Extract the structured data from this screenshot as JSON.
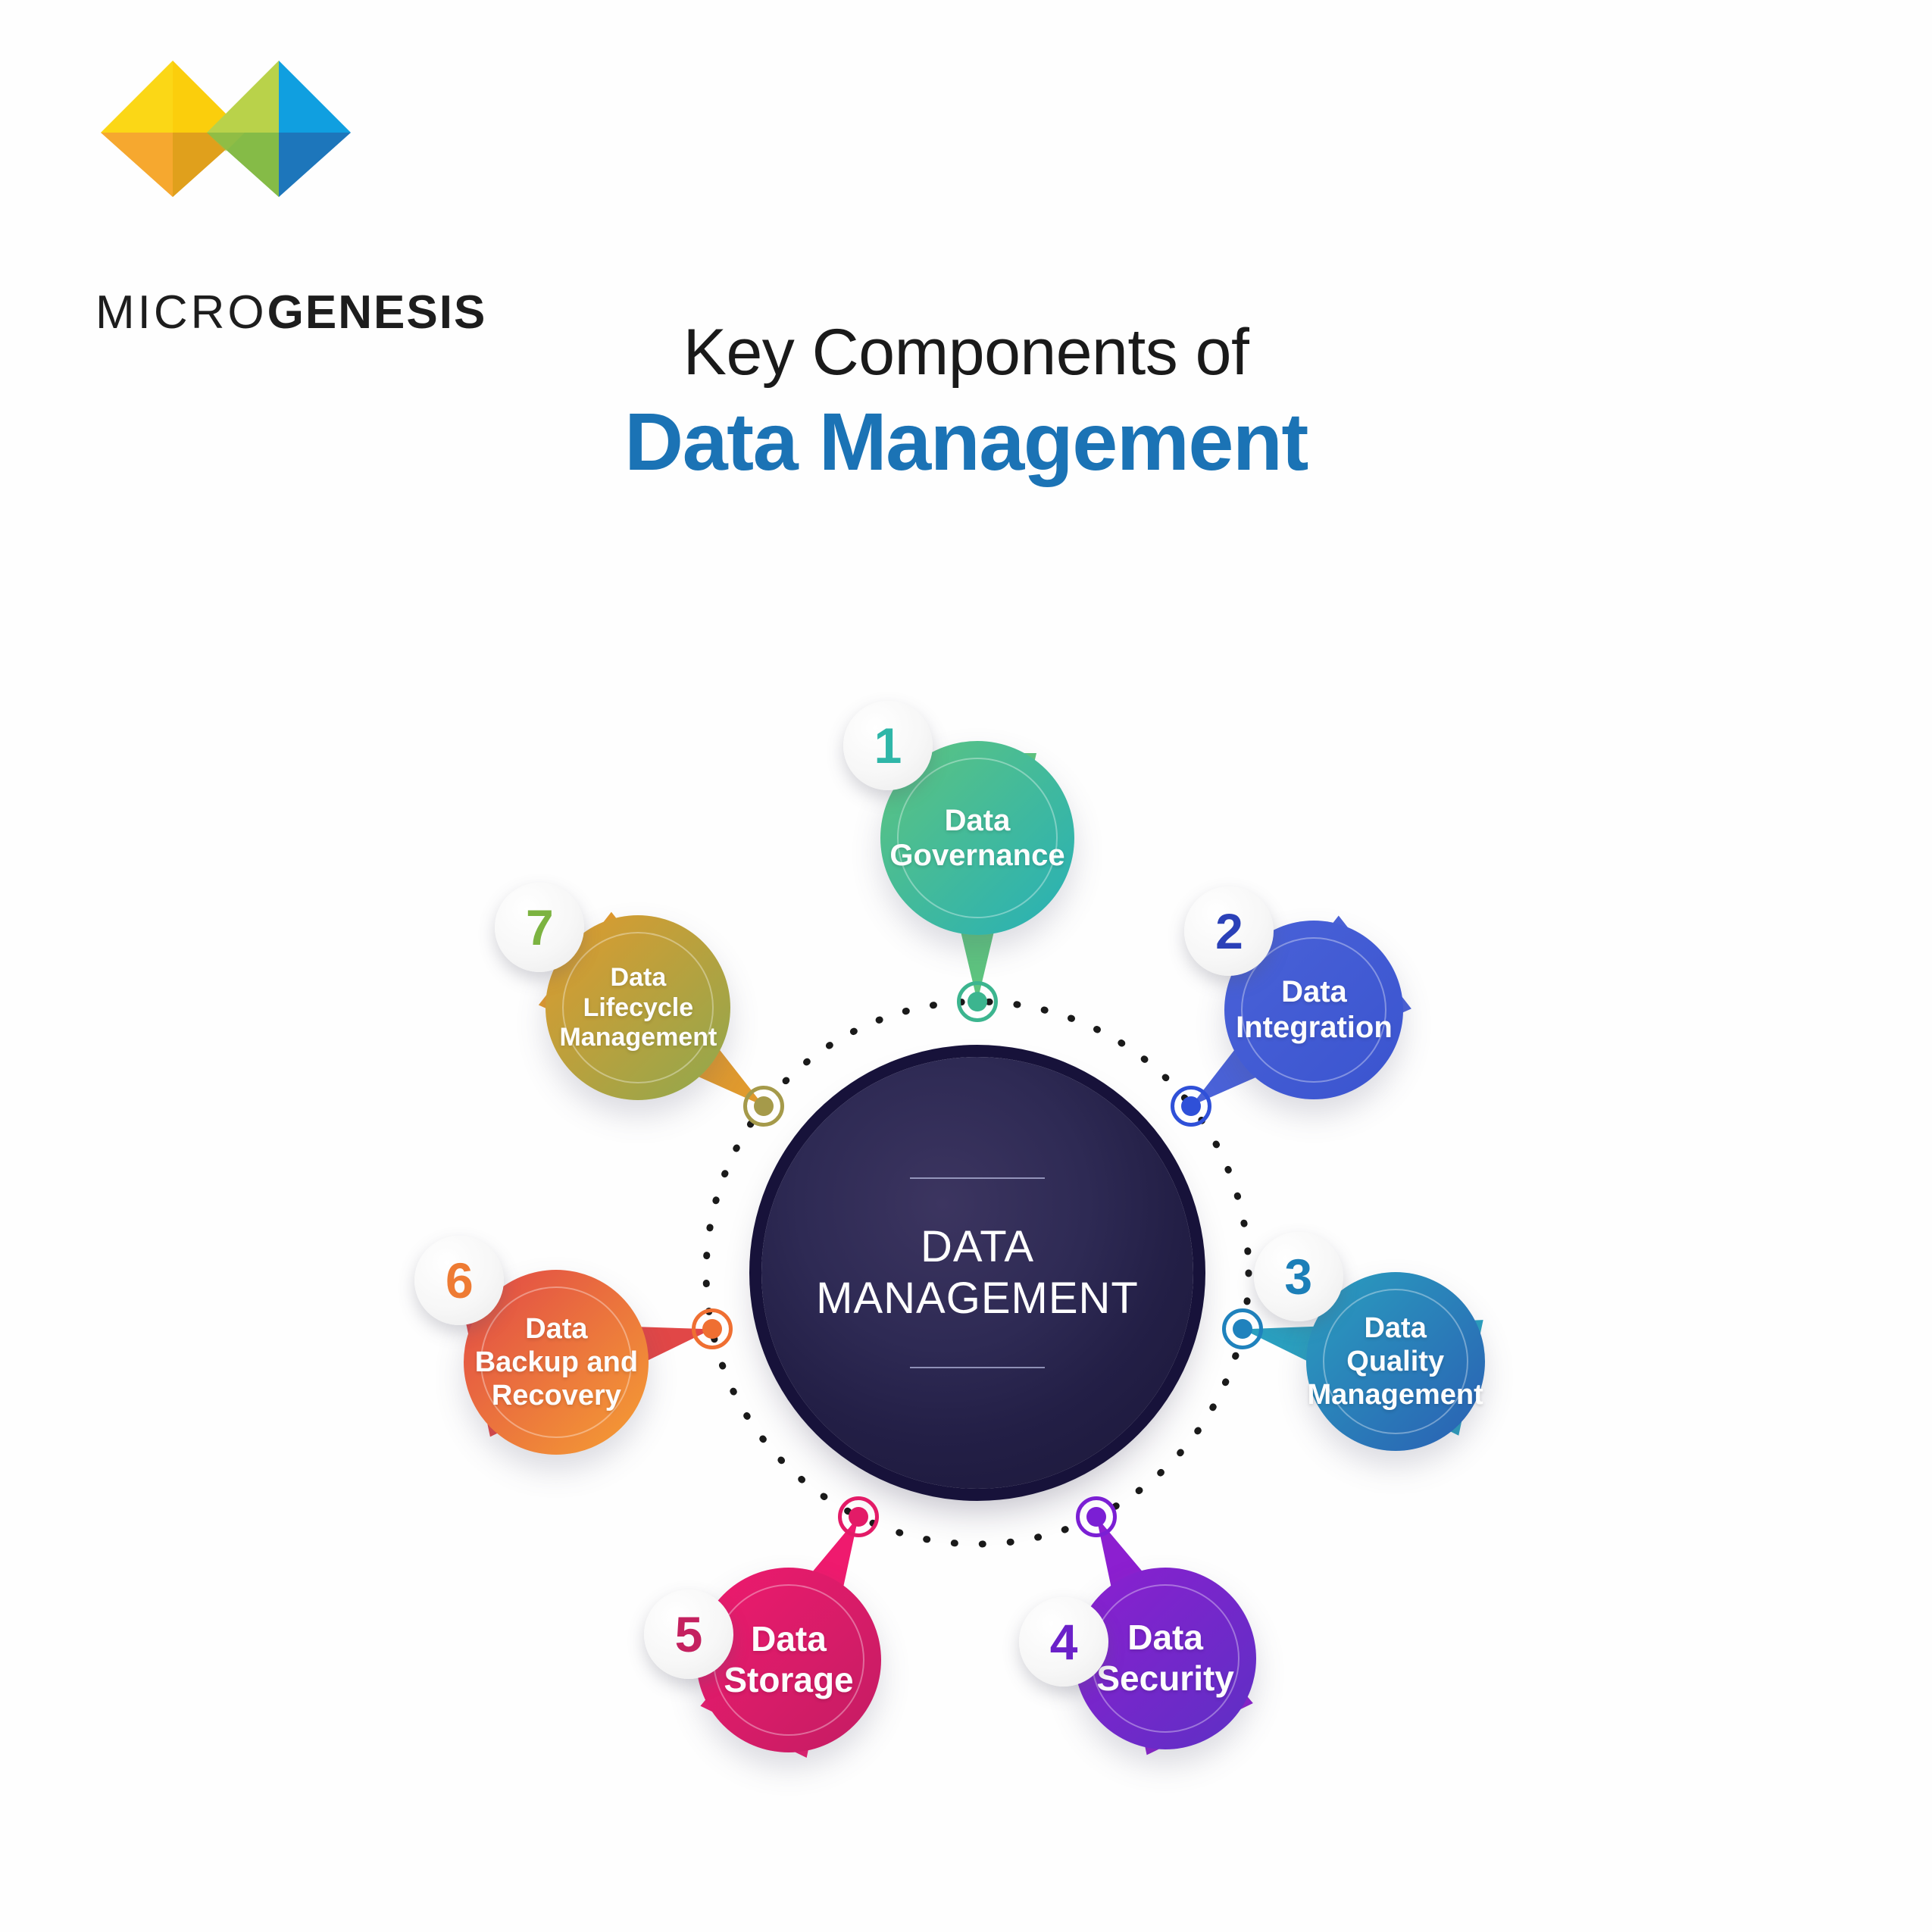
{
  "brand": {
    "name_part1": "MICRO",
    "name_part2": "GENESIS",
    "logo_icon": "microgenesis-diamond-logo"
  },
  "header": {
    "title_line1": "Key Components of",
    "title_line2": "Data Management",
    "accent_color": "#1b73b5"
  },
  "diagram": {
    "type": "radial-hub-and-spoke",
    "center": {
      "label_line1": "DATA",
      "label_line2": "MANAGEMENT",
      "fill_color": "#231f46"
    },
    "ring": {
      "style": "dotted",
      "color": "#1a1a1a"
    },
    "nodes": [
      {
        "number": "1",
        "label_line1": "Data",
        "label_line2": "Governance",
        "label_line3": "",
        "color_from": "#5ec47f",
        "color_to": "#27b0b7",
        "badge_color": "#2fb6a8",
        "dot_color": "#3cb58f",
        "angle_deg": -90
      },
      {
        "number": "2",
        "label_line1": "Data",
        "label_line2": "Integration",
        "label_line3": "",
        "color_from": "#4a62d8",
        "color_to": "#3a54cf",
        "badge_color": "#2b41b8",
        "dot_color": "#2f50d8",
        "angle_deg": -38
      },
      {
        "number": "3",
        "label_line1": "Data",
        "label_line2": "Quality",
        "label_line3": "Management",
        "color_from": "#2a9fbf",
        "color_to": "#2a5fb3",
        "badge_color": "#1c7fb8",
        "dot_color": "#1f82bd",
        "angle_deg": 12
      },
      {
        "number": "4",
        "label_line1": "Data",
        "label_line2": "Security",
        "label_line3": "",
        "color_from": "#8c1fd0",
        "color_to": "#5c30c4",
        "badge_color": "#6b21c9",
        "dot_color": "#7b1fd4",
        "angle_deg": 64
      },
      {
        "number": "5",
        "label_line1": "Data",
        "label_line2": "Storage",
        "label_line3": "",
        "color_from": "#ef1a6e",
        "color_to": "#c31d63",
        "badge_color": "#c4215f",
        "dot_color": "#e31b67",
        "angle_deg": 116
      },
      {
        "number": "6",
        "label_line1": "Data",
        "label_line2": "Backup and",
        "label_line3": "Recovery",
        "color_from": "#e14747",
        "color_to": "#f5a033",
        "badge_color": "#ee7b33",
        "dot_color": "#ef6f32",
        "angle_deg": 168
      },
      {
        "number": "7",
        "label_line1": "Data",
        "label_line2": "Lifecycle",
        "label_line3": "Management",
        "color_from": "#e09a2e",
        "color_to": "#8fa84e",
        "badge_color": "#7cb341",
        "dot_color": "#a59a4a",
        "angle_deg": -142
      }
    ]
  }
}
